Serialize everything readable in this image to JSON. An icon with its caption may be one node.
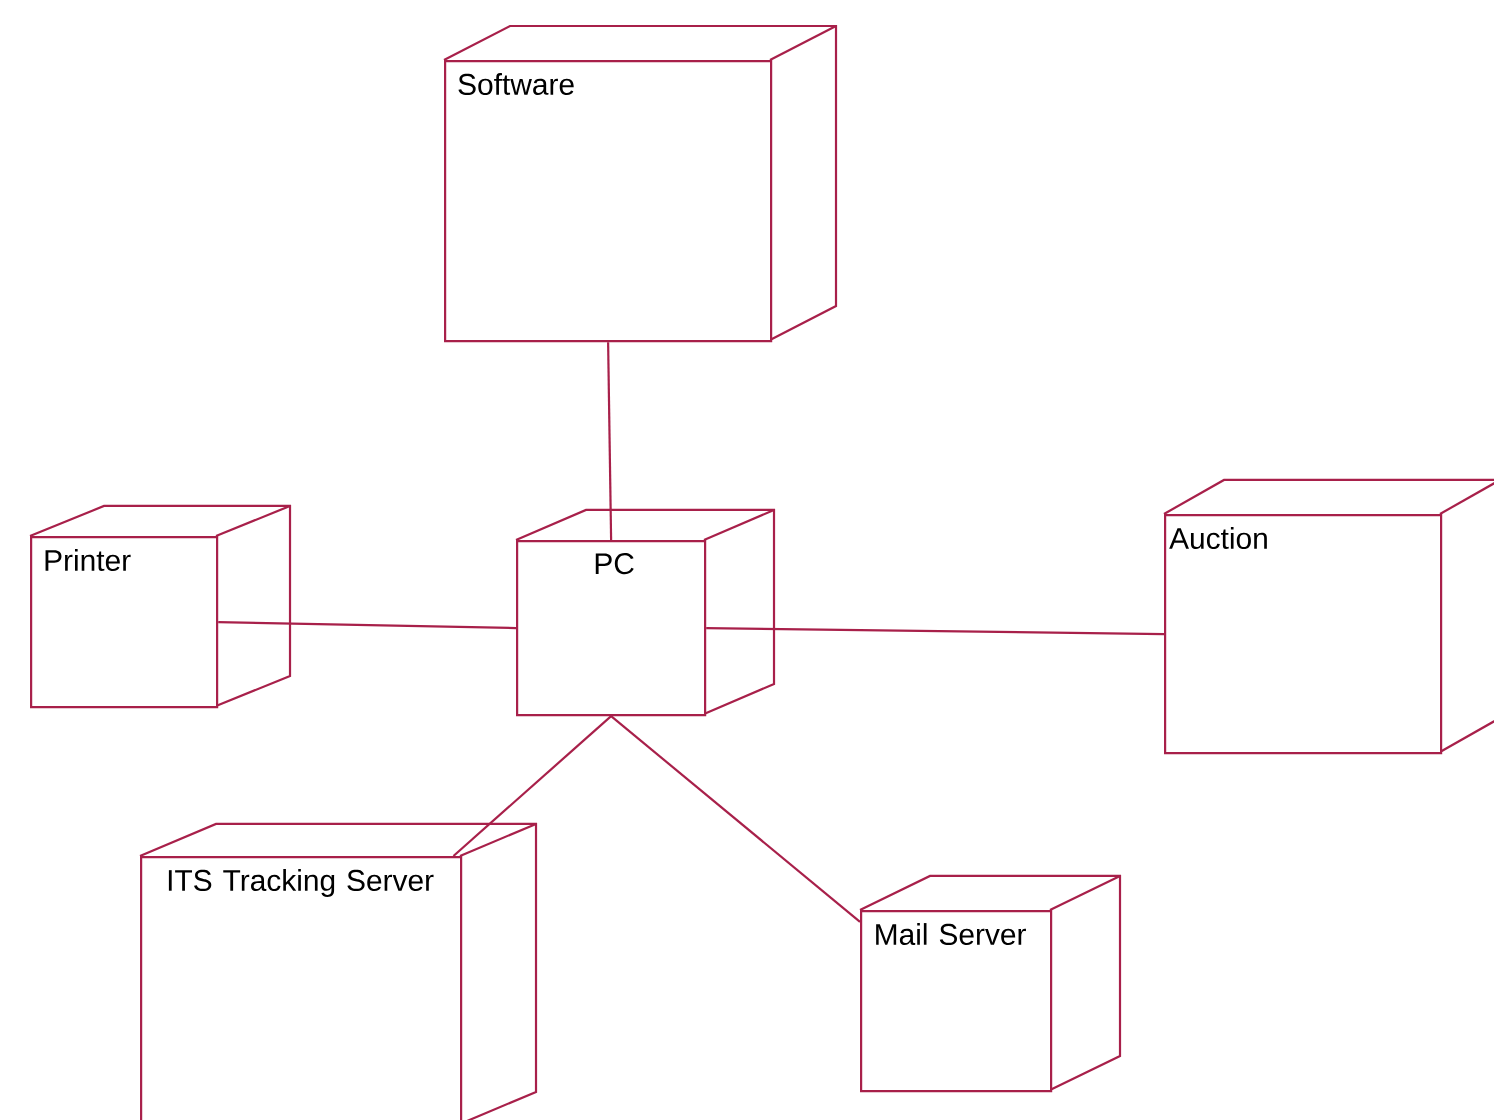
{
  "diagram": {
    "nodes": [
      {
        "text": [
          "Software"
        ]
      },
      {
        "text": [
          "Printer"
        ]
      },
      {
        "text": [
          "PC"
        ]
      },
      {
        "text": [
          "Auction"
        ]
      },
      {
        "text": [
          "ITS Tracking Server"
        ]
      },
      {
        "text": [
          "Mail Server"
        ]
      }
    ],
    "edges": [
      {
        "from": 0,
        "to": 2,
        "arrow": "none"
      },
      {
        "from": 1,
        "to": 2,
        "arrow": "none"
      },
      {
        "from": 2,
        "to": 3,
        "arrow": "none"
      },
      {
        "from": 2,
        "to": 4,
        "arrow": "none"
      },
      {
        "from": 2,
        "to": 5,
        "arrow": "none"
      }
    ]
  }
}
